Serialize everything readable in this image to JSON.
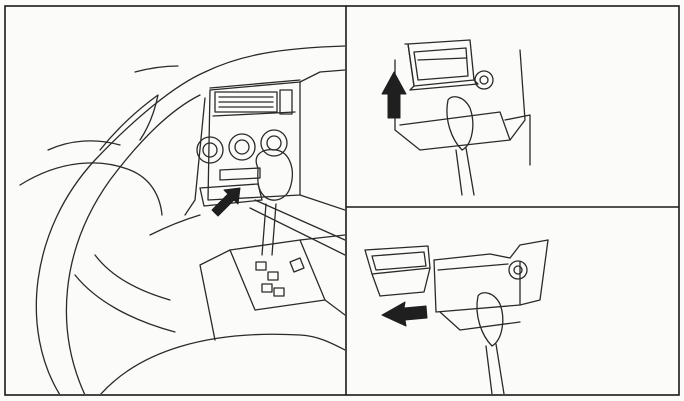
{
  "figure": {
    "panels": [
      {
        "name": "dashboard-overview-panel",
        "depicts": "dashboard-console"
      },
      {
        "name": "tray-lift-panel",
        "depicts": "tray-removal-up"
      },
      {
        "name": "tray-slide-panel",
        "depicts": "tray-removal-out"
      }
    ],
    "line_color": "#2a2a2a",
    "frame_color": "#1a1a1a",
    "paper_color": "#fbfbfa",
    "arrow_fill_color": "#1f1f1f",
    "arrow_icons": [
      "arrow-up-icon",
      "arrow-left-icon",
      "arrow-diagonal-icon"
    ]
  }
}
